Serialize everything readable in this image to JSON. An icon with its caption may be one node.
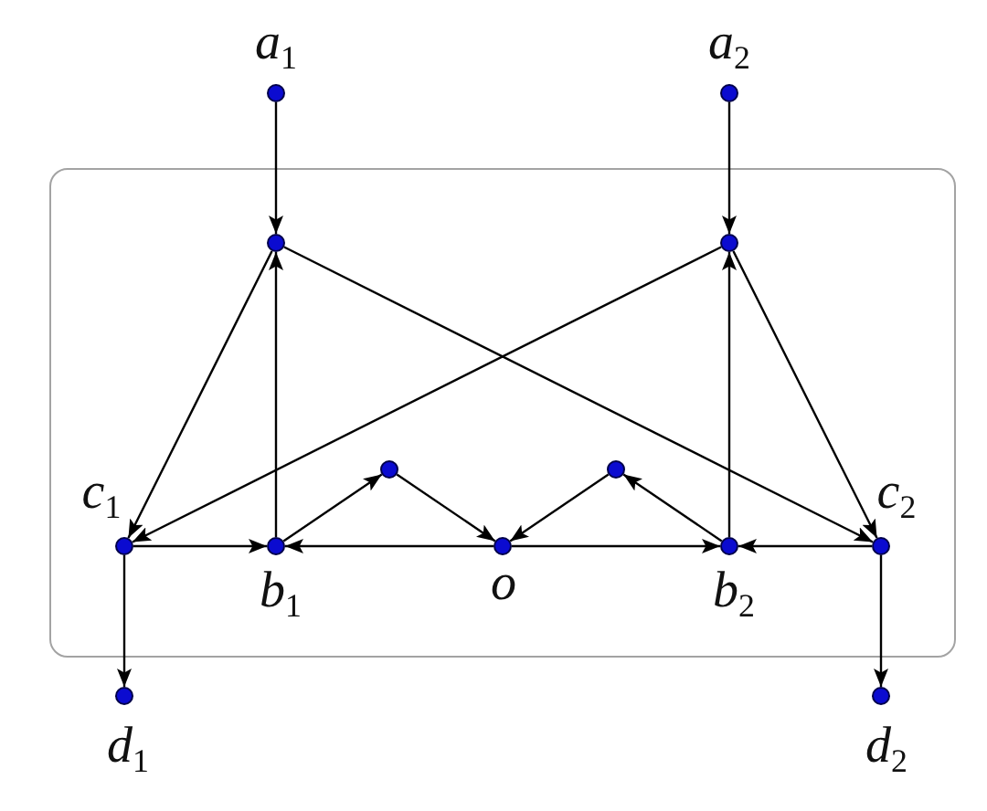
{
  "diagram": {
    "nodes": [
      {
        "text": [],
        "shape": "circle",
        "beside": [
          "*a*$_{1}$"
        ]
      },
      {
        "text": [],
        "shape": "circle",
        "beside": [
          "*a*$_{2}$"
        ]
      },
      {
        "text": [],
        "shape": "box"
      },
      {
        "text": [],
        "shape": "circle",
        "in": 2
      },
      {
        "text": [],
        "shape": "circle",
        "in": 2
      },
      {
        "text": [],
        "shape": "circle",
        "in": 2,
        "beside": [
          "*c*$_{1}$"
        ]
      },
      {
        "text": [],
        "shape": "circle",
        "in": 2,
        "beside": [
          "*b*$_{1}$"
        ]
      },
      {
        "text": [],
        "shape": "circle",
        "in": 2
      },
      {
        "text": [],
        "shape": "circle",
        "in": 2,
        "beside": [
          "*o*"
        ]
      },
      {
        "text": [],
        "shape": "circle",
        "in": 2
      },
      {
        "text": [],
        "shape": "circle",
        "in": 2,
        "beside": [
          "*b*$_{2}$"
        ]
      },
      {
        "text": [],
        "shape": "circle",
        "in": 2,
        "beside": [
          "*c*$_{2}$"
        ]
      },
      {
        "text": [],
        "shape": "circle",
        "beside": [
          "*d*$_{1}$"
        ]
      },
      {
        "text": [],
        "shape": "circle",
        "beside": [
          "*d*$_{2}$"
        ]
      }
    ],
    "edges": [
      {
        "from": 0,
        "to": 3,
        "arrow": "to"
      },
      {
        "from": 1,
        "to": 4,
        "arrow": "to"
      },
      {
        "from": 3,
        "to": 5,
        "arrow": "to"
      },
      {
        "from": 6,
        "to": 3,
        "arrow": "to"
      },
      {
        "from": 3,
        "to": 11,
        "arrow": "to"
      },
      {
        "from": 4,
        "to": 5,
        "arrow": "to"
      },
      {
        "from": 10,
        "to": 4,
        "arrow": "to"
      },
      {
        "from": 4,
        "to": 11,
        "arrow": "to"
      },
      {
        "from": 5,
        "to": 6,
        "arrow": "to"
      },
      {
        "from": 8,
        "to": 6,
        "arrow": "to"
      },
      {
        "from": 6,
        "to": 7,
        "arrow": "to"
      },
      {
        "from": 7,
        "to": 8,
        "arrow": "to"
      },
      {
        "from": 8,
        "to": 10,
        "arrow": "to"
      },
      {
        "from": 10,
        "to": 9,
        "arrow": "to"
      },
      {
        "from": 9,
        "to": 8,
        "arrow": "to"
      },
      {
        "from": 11,
        "to": 10,
        "arrow": "to"
      },
      {
        "from": 5,
        "to": 12,
        "arrow": "to"
      },
      {
        "from": 11,
        "to": 13,
        "arrow": "to"
      }
    ]
  }
}
